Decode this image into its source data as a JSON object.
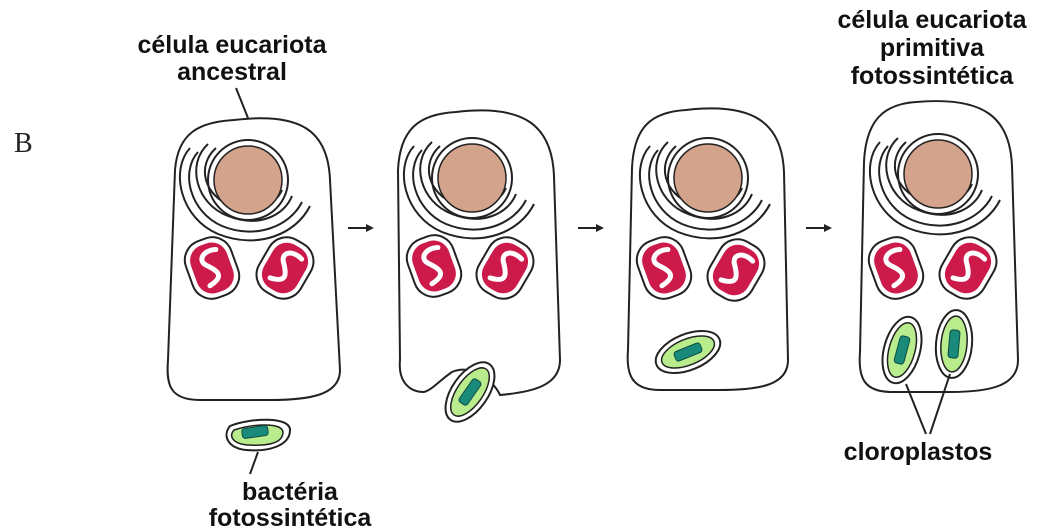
{
  "panel_letter": "B",
  "labels": {
    "ancestral_line1": "célula eucariota",
    "ancestral_line2": "ancestral",
    "primitive_line1": "célula eucariota",
    "primitive_line2": "primitiva",
    "primitive_line3": "fotossintética",
    "bacteria_line1": "bactéria",
    "bacteria_line2": "fotossintética",
    "chloroplasts": "cloroplastos"
  },
  "colors": {
    "nucleus": "#d4a38c",
    "mitochondria": "#cc1a4a",
    "chloroplast_outer": "#b8ec8c",
    "chloroplast_inner": "#1a8a7a",
    "outline": "#222222"
  }
}
